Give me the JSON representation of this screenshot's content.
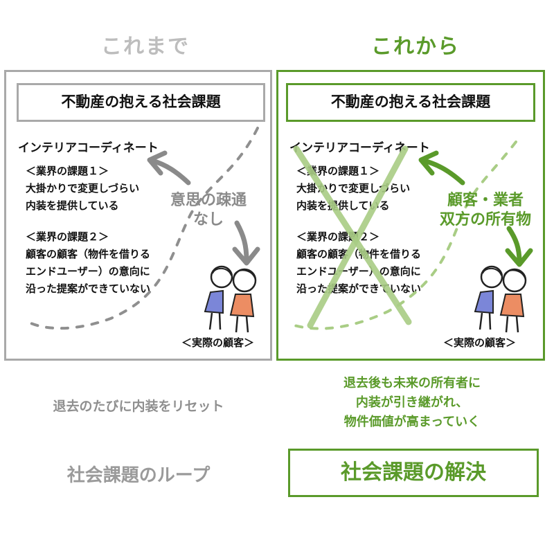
{
  "left": {
    "heading": "これまで",
    "panel_title": "不動産の抱える社会課題",
    "role": "インテリアコーディネート",
    "issue1_title": "＜業界の課題１＞",
    "issue1_line1": "大掛かりで変更しづらい",
    "issue1_line2": "内装を提供している",
    "issue2_title": "＜業界の課題２＞",
    "issue2_line1": "顧客の顧客（物件を借りる",
    "issue2_line2": "エンドユーザー）の意向に",
    "issue2_line3": "沿った提案ができていない",
    "callout_line1": "意思の疎通",
    "callout_line2": "なし",
    "customer_label": "＜実際の顧客＞",
    "note": "退去のたびに内装をリセット",
    "footer": "社会課題のループ"
  },
  "right": {
    "heading": "これから",
    "panel_title": "不動産の抱える社会課題",
    "role": "インテリアコーディネート",
    "issue1_title": "＜業界の課題１＞",
    "issue1_line1": "大掛かりで変更しづらい",
    "issue1_line2": "内装を提供している",
    "issue2_title": "＜業界の課題２＞",
    "issue2_line1": "顧客の顧客（物件を借りる",
    "issue2_line2": "エンドユーザー）の意向に",
    "issue2_line3": "沿った提案ができていない",
    "callout_line1": "顧客・業者",
    "callout_line2": "双方の所有物",
    "customer_label": "＜実際の顧客＞",
    "note_line1": "退去後も未来の所有者に",
    "note_line2": "内装が引き継がれ、",
    "note_line3": "物件価値が高まっていく",
    "footer": "社会課題の解決"
  },
  "colors": {
    "gray": "#9a9a9a",
    "gray_dark": "#8a8a8a",
    "green": "#5a9a2a",
    "green_light": "#a9cd85",
    "person_left": "#7b86d8",
    "person_right": "#ec8d63"
  }
}
